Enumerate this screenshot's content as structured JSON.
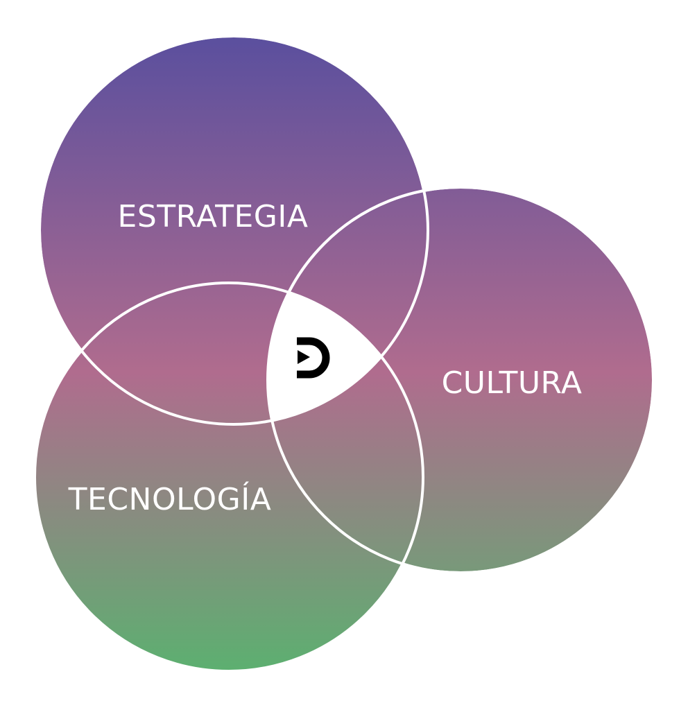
{
  "diagram": {
    "type": "venn",
    "sets": [
      {
        "label": "ESTRATEGIA"
      },
      {
        "label": "CULTURA"
      },
      {
        "label": "TECNOLOGÍA"
      }
    ],
    "center_icon": "brand-d-play-logo",
    "colors": {
      "gradient_top": "#5a4f9e",
      "gradient_mid": "#b06c8e",
      "gradient_bottom": "#5cb070",
      "stroke": "#ffffff",
      "center_fill": "#ffffff",
      "logo": "#000000"
    }
  }
}
